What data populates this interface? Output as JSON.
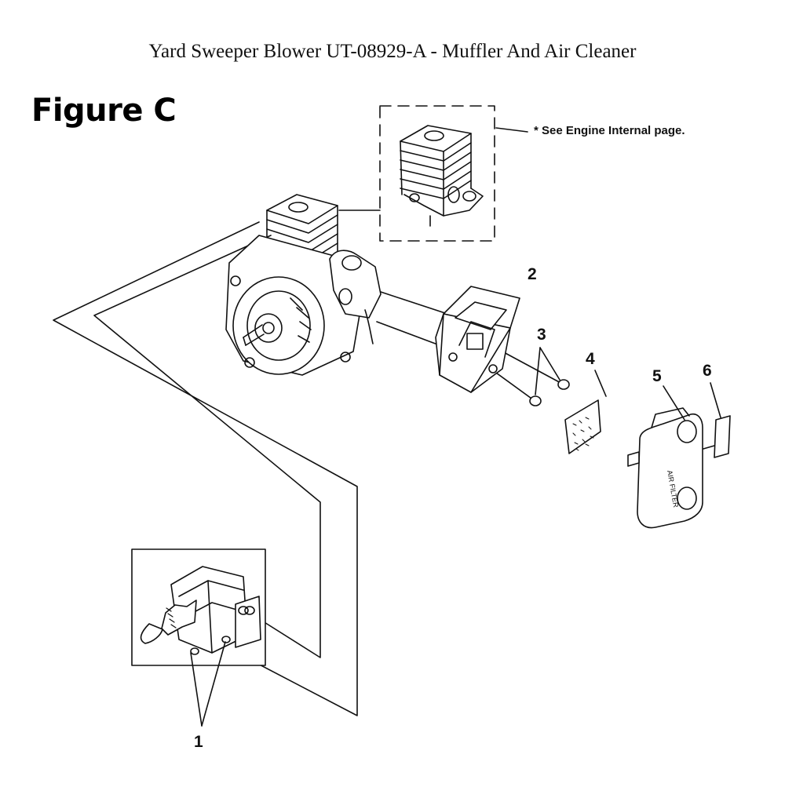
{
  "title": "Yard Sweeper Blower UT-08929-A - Muffler And Air Cleaner",
  "figure_label": "Figure C",
  "note": "*  See Engine Internal page.",
  "callouts": {
    "c1": "1",
    "c2": "2",
    "c3": "3",
    "c4": "4",
    "c5": "5",
    "c6": "6"
  },
  "filter_text": "AIR FILTER"
}
